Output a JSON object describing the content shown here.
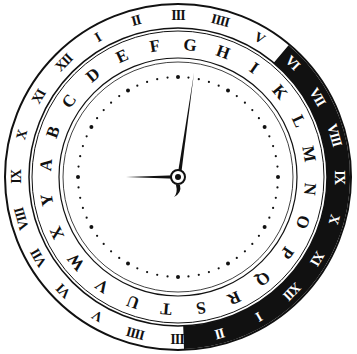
{
  "diagram": {
    "labels": [
      "I",
      "II",
      "III",
      "IIII",
      "V",
      "VI",
      "VII",
      "VIII",
      "IX",
      "X",
      "XI",
      "XII",
      "I",
      "II",
      "III",
      "IIII",
      "V",
      "VI",
      "VII",
      "VIII",
      "IX",
      "X",
      "XI",
      "XII",
      "A",
      "B",
      "C",
      "D",
      "E",
      "F",
      "G",
      "H",
      "I",
      "K",
      "L",
      "M",
      "N",
      "O",
      "P",
      "Q",
      "R",
      "S",
      "T",
      "U",
      "V",
      "W",
      "X",
      "Y"
    ]
  }
}
